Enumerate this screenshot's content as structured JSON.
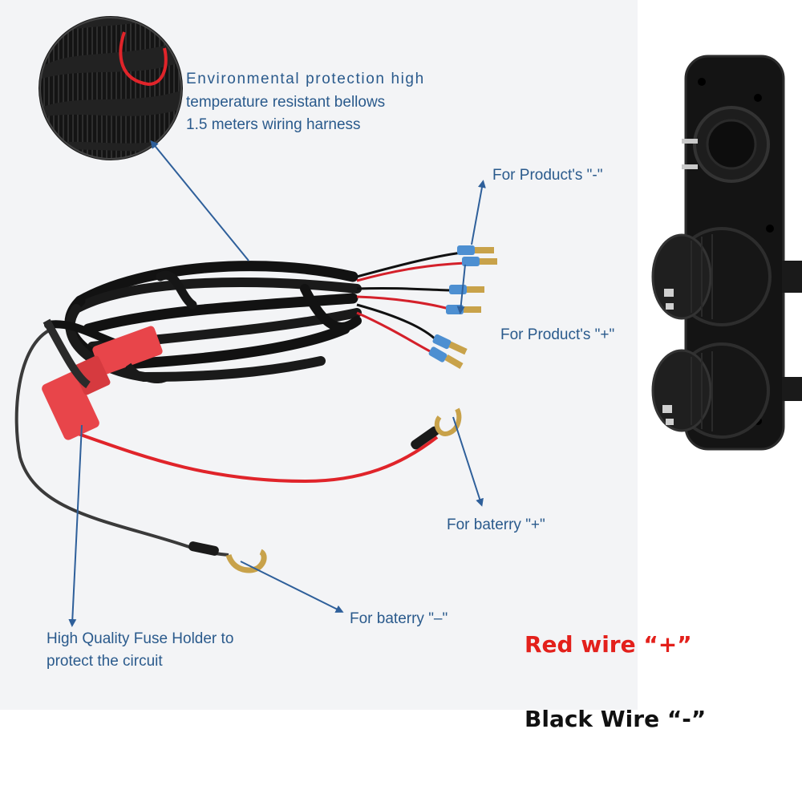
{
  "annotations": {
    "harness_line1": "Environmental protection high",
    "harness_line2": "temperature resistant bellows",
    "harness_line3": "1.5 meters wiring harness",
    "product_minus": "For Product's \"-\"",
    "product_plus": "For Product's \"+\"",
    "battery_plus": "For baterry \"+\"",
    "battery_minus": "For baterry \"–\"",
    "fuse_line1": "High Quality Fuse Holder to",
    "fuse_line2": "protect the circuit"
  },
  "legend": {
    "red_wire": "Red wire “+”",
    "black_wire": "Black Wire “-”"
  },
  "colors": {
    "annotation_text": "#2a5a8c",
    "arrow": "#2e5f9a",
    "red_note": "#e3201b",
    "black_note": "#111111",
    "wire_red": "#e0242a",
    "bellows": "#121212",
    "fuse_holder": "#e8454a"
  },
  "icons": [
    "arrow-icon",
    "usb-socket-icon",
    "power-socket-icon",
    "ring-terminal-icon",
    "spade-terminal-icon"
  ]
}
